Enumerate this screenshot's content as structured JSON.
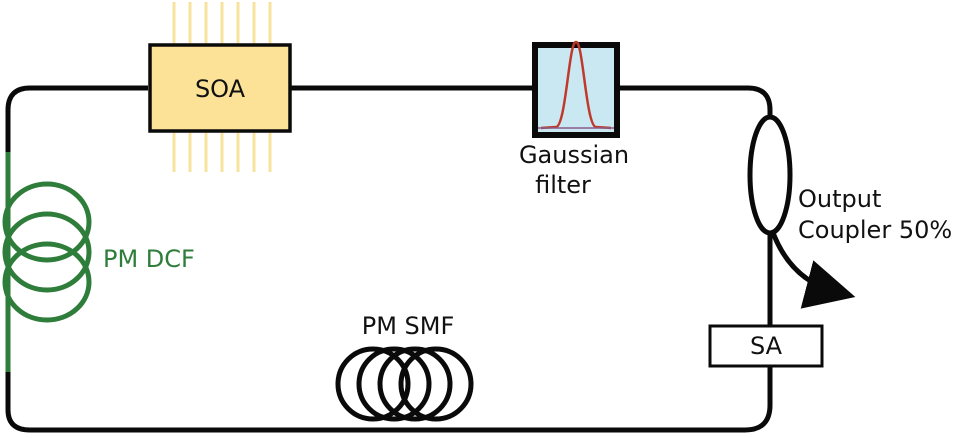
{
  "diagram": {
    "components": {
      "soa": {
        "label": "SOA",
        "fill": "#fbe297",
        "pin_color": "#f8e39d"
      },
      "gaussian_filter": {
        "label_line1": "Gaussian",
        "label_line2": "filter",
        "fill": "#c9e8f2",
        "curve_color": "#c0392b"
      },
      "output_coupler": {
        "label_line1": "Output",
        "label_line2": "Coupler 50%"
      },
      "sa": {
        "label": "SA"
      },
      "pm_dcf": {
        "label": "PM DCF",
        "color": "#2e7d3a"
      },
      "pm_smf": {
        "label": "PM SMF"
      }
    },
    "colors": {
      "fiber": "#0a0a0a",
      "background": "#ffffff"
    }
  }
}
